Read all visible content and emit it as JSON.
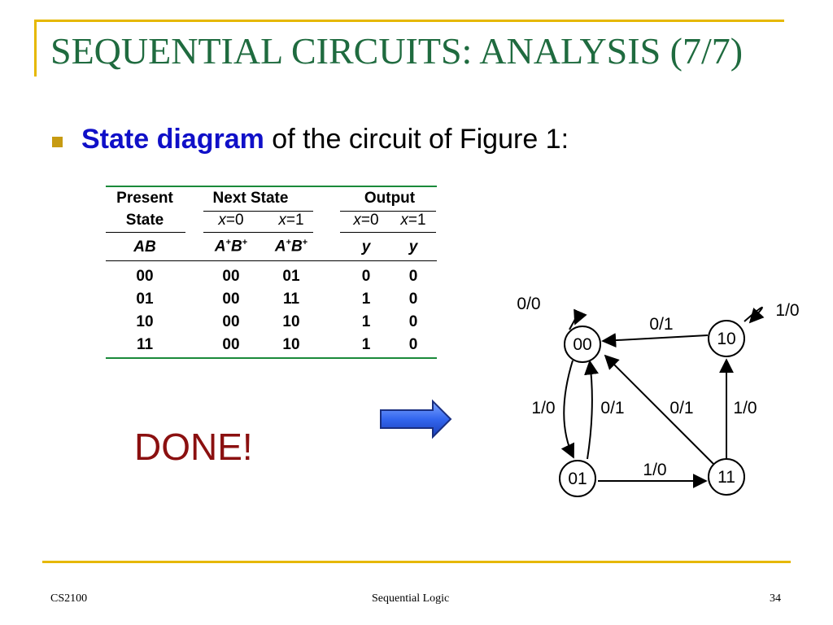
{
  "slide": {
    "title": "SEQUENTIAL CIRCUITS: ANALYSIS (7/7)",
    "bullet": {
      "highlight": "State diagram",
      "rest": " of the circuit of Figure 1:"
    },
    "done_text": "DONE!"
  },
  "table": {
    "header": {
      "present_state_l1": "Present",
      "present_state_l2": "State",
      "next_state": "Next State",
      "output": "Output",
      "ns_x0": "=0",
      "ns_x1": "=1",
      "out_x0": "=0",
      "out_x1": "=1",
      "x_var": "x",
      "ab": "AB",
      "a_var": "A",
      "b_var": "B",
      "plus": "+",
      "y_var": "y"
    },
    "rows": [
      {
        "present": "00",
        "next_x0": "00",
        "next_x1": "01",
        "y_x0": "0",
        "y_x1": "0"
      },
      {
        "present": "01",
        "next_x0": "00",
        "next_x1": "11",
        "y_x0": "1",
        "y_x1": "0"
      },
      {
        "present": "10",
        "next_x0": "00",
        "next_x1": "10",
        "y_x0": "1",
        "y_x1": "0"
      },
      {
        "present": "11",
        "next_x0": "00",
        "next_x1": "10",
        "y_x0": "1",
        "y_x1": "0"
      }
    ]
  },
  "state_diagram": {
    "states": [
      "00",
      "10",
      "01",
      "11"
    ],
    "transitions": [
      {
        "from": "00",
        "to": "00",
        "label": "0/0"
      },
      {
        "from": "10",
        "to": "10",
        "label": "1/0"
      },
      {
        "from": "10",
        "to": "00",
        "label": "0/1"
      },
      {
        "from": "00",
        "to": "01",
        "label": "1/0"
      },
      {
        "from": "01",
        "to": "00",
        "label": "0/1"
      },
      {
        "from": "11",
        "to": "00",
        "label": "0/1"
      },
      {
        "from": "11",
        "to": "10",
        "label": "1/0"
      },
      {
        "from": "01",
        "to": "11",
        "label": "1/0"
      }
    ]
  },
  "footer": {
    "left": "CS2100",
    "center": "Sequential Logic",
    "page": "34"
  },
  "colors": {
    "title": "#1f6b3f",
    "frame": "#e6b800",
    "bullet": "#c79b12",
    "highlight": "#1010c8",
    "done": "#8b1010",
    "table_rule": "#1a8a3a",
    "arrow": "#3366ee"
  }
}
